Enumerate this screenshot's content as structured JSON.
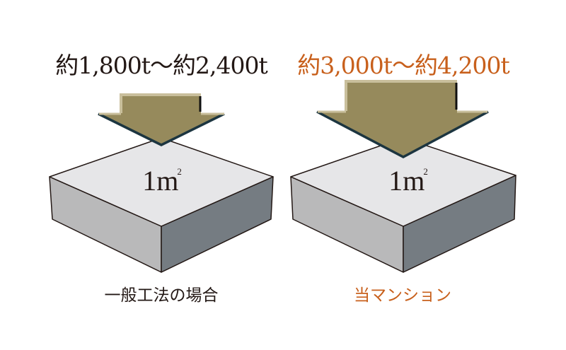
{
  "colors": {
    "dark_text": "#231815",
    "accent_orange": "#c8601c",
    "arrow_fill": "#968a5c",
    "arrow_highlight": "#c9bf9c",
    "arrow_shadow": "#1c3540",
    "block_top": "#e6e6e8",
    "block_left": "#b9b9ba",
    "block_right": "#757c82",
    "block_edge": "#231815"
  },
  "left_panel": {
    "load_label": "約1,800t～約2,400t",
    "area_value": "1m",
    "area_unit_sup": "2",
    "case_label": "一般工法の場合"
  },
  "right_panel": {
    "load_label": "約3,000t～約4,200t",
    "area_value": "1m",
    "area_unit_sup": "2",
    "case_label": "当マンション"
  },
  "icons": {
    "arrow": "down-arrow-icon",
    "block": "cube-block-icon"
  }
}
